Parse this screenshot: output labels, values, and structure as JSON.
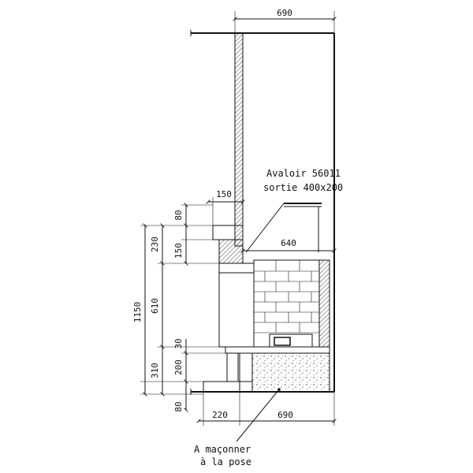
{
  "dimensions": {
    "top_width": "690",
    "bottom_width": "690",
    "mantel_depth": "150",
    "hood_width": "640",
    "base_offset": "220",
    "left_total": "1150",
    "left_upper": "230",
    "left_middle": "610",
    "left_lower": "310",
    "stack_80_top": "80",
    "stack_150": "150",
    "stack_30": "30",
    "stack_200": "200",
    "stack_80_bottom": "80"
  },
  "annotations": {
    "avaloir_line1": "Avaloir 56011",
    "avaloir_line2": "sortie 400x200",
    "masonry_line1": "A maçonner",
    "masonry_line2": "à la pose"
  },
  "colors": {
    "line": "#111111",
    "hatch": "#444444",
    "background": "#ffffff"
  }
}
